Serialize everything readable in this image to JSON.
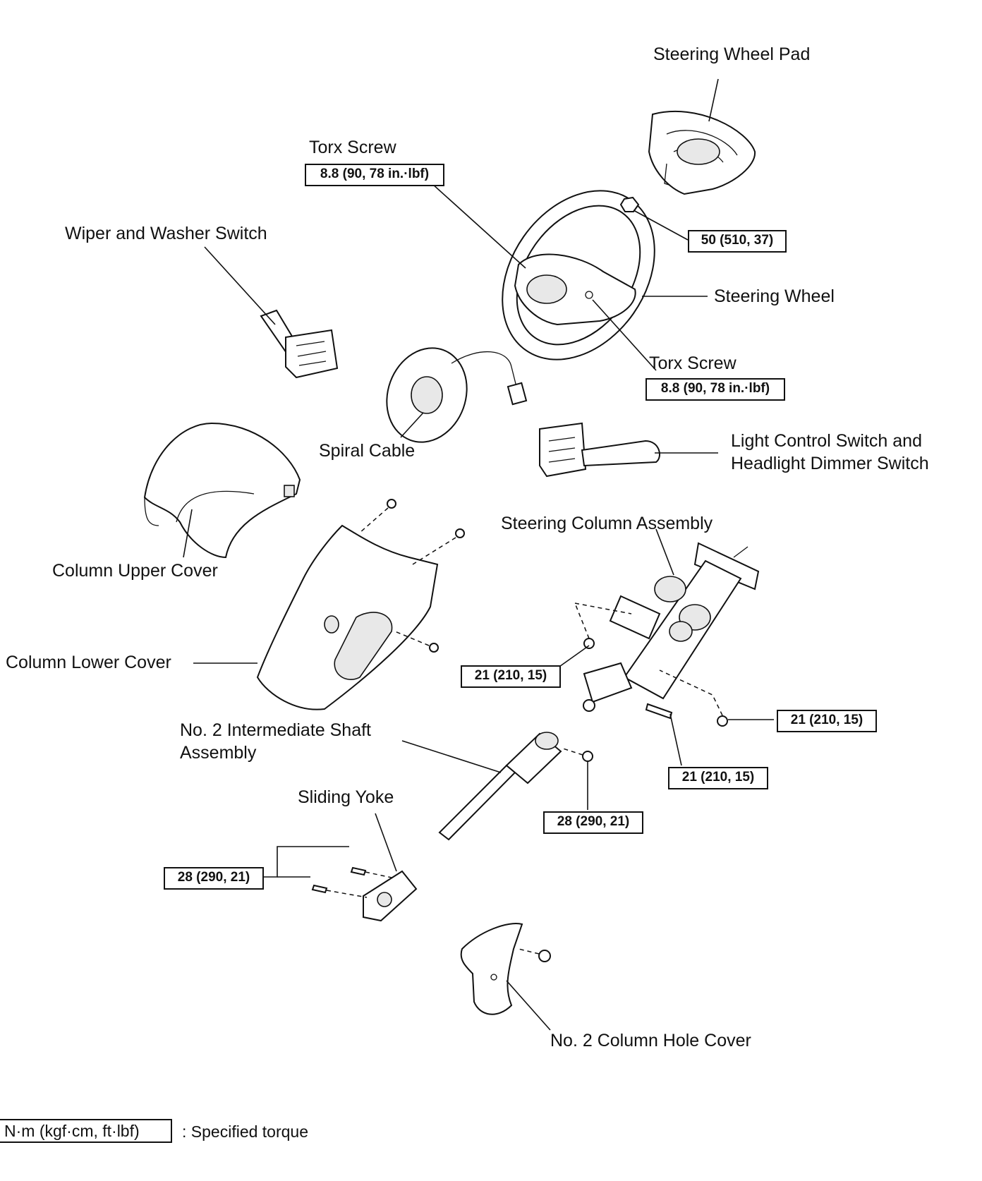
{
  "labels": {
    "steering_wheel_pad": "Steering Wheel Pad",
    "torx_screw_top": "Torx Screw",
    "torx_screw_bottom": "Torx Screw",
    "wiper_washer_switch": "Wiper and Washer Switch",
    "steering_wheel": "Steering Wheel",
    "spiral_cable": "Spiral Cable",
    "light_control_switch_line1": "Light Control Switch and",
    "light_control_switch_line2": "Headlight Dimmer Switch",
    "steering_column_assembly": "Steering Column Assembly",
    "column_upper_cover": "Column Upper Cover",
    "column_lower_cover": "Column Lower Cover",
    "intermediate_shaft_line1": "No. 2 Intermediate Shaft",
    "intermediate_shaft_line2": "Assembly",
    "sliding_yoke": "Sliding Yoke",
    "column_hole_cover": "No. 2 Column Hole Cover"
  },
  "torques": {
    "torx_top": "8.8 (90, 78 in.·lbf)",
    "wheel_nut": "50 (510, 37)",
    "torx_bottom": "8.8 (90, 78 in.·lbf)",
    "column_left": "21 (210, 15)",
    "column_right": "21 (210, 15)",
    "column_bottom": "21 (210, 15)",
    "shaft_bolt": "28 (290, 21)",
    "yoke_bolts": "28 (290, 21)"
  },
  "legend": {
    "units": "N·m (kgf·cm, ft·lbf)",
    "text": ": Specified torque"
  }
}
